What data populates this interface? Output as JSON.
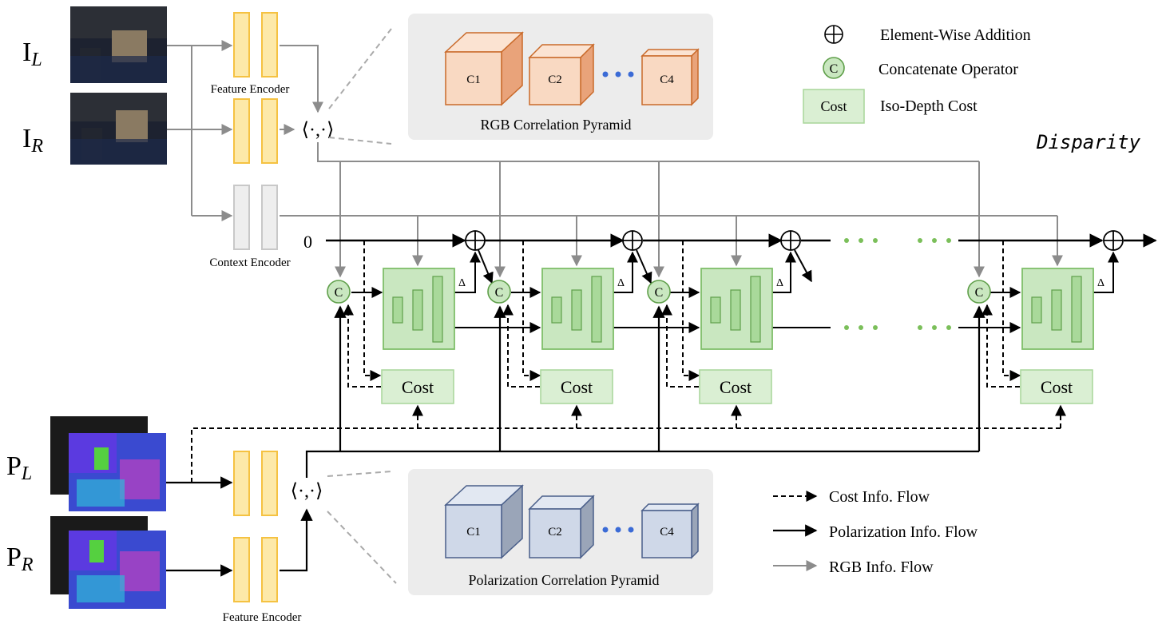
{
  "inputs": {
    "il_main": "I",
    "il_sub": "L",
    "ir_main": "I",
    "ir_sub": "R",
    "pl_main": "P",
    "pl_sub": "L",
    "pr_main": "P",
    "pr_sub": "R"
  },
  "encoders": {
    "feature_top": "Feature Encoder",
    "context": "Context Encoder",
    "feature_bottom": "Feature Encoder",
    "correlation_symbol": "⟨·,·⟩"
  },
  "rgb_pyramid": {
    "title": "RGB Correlation Pyramid",
    "levels": [
      "C1",
      "C2",
      "C4"
    ]
  },
  "pol_pyramid": {
    "title": "Polarization Correlation Pyramid",
    "levels": [
      "C1",
      "C2",
      "C4"
    ]
  },
  "legend_top": {
    "addition": "Element-Wise Addition",
    "concat": "Concatenate Operator",
    "concat_symbol": "C",
    "cost_box": "Cost",
    "cost": "Iso-Depth Cost"
  },
  "legend_bottom": {
    "cost_flow": "Cost Info. Flow",
    "pol_flow": "Polarization Info. Flow",
    "rgb_flow": "RGB Info. Flow"
  },
  "pipeline": {
    "output_label": "Disparity",
    "initial_value": "0",
    "delta": "Δ",
    "cost_label": "Cost",
    "concat_symbol": "C"
  },
  "colors": {
    "rgb_flow": "#8c8c8c",
    "pol_flow": "#000000",
    "encoder_fill": "#fde9a9",
    "encoder_stroke": "#f5c242",
    "context_fill": "#eeeeee",
    "context_stroke": "#c8c8c8",
    "update_fill": "#c9e7c0",
    "update_stroke": "#7fbf6a",
    "rgb_cube": "#f9d9c2",
    "pol_cube": "#cfd8e8",
    "dots_blue": "#3b6bd6",
    "dots_green": "#7bbf5a"
  }
}
